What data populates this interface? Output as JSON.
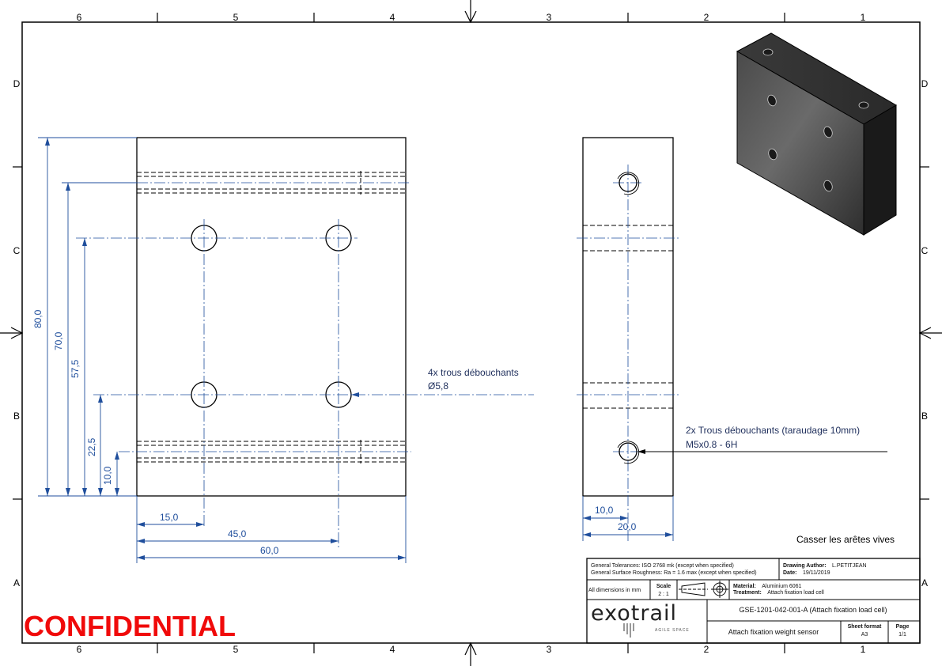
{
  "zones": {
    "top": [
      "6",
      "5",
      "4",
      "3",
      "2",
      "1"
    ],
    "bottom": [
      "6",
      "5",
      "4",
      "3",
      "2",
      "1"
    ],
    "left": [
      "D",
      "C",
      "B",
      "A"
    ],
    "right": [
      "D",
      "C",
      "B",
      "A"
    ]
  },
  "front_view": {
    "dims": {
      "h80": "80,0",
      "h70": "70,0",
      "h575": "57,5",
      "h225": "22,5",
      "h10": "10,0",
      "w15": "15,0",
      "w45": "45,0",
      "w60": "60,0"
    },
    "hole_note": {
      "line1": "4x trous débouchants",
      "line2": "Ø5,8"
    }
  },
  "side_view": {
    "dims": {
      "w10": "10,0",
      "w20": "20,0"
    },
    "hole_note": {
      "line1": "2x Trous débouchants (taraudage 10mm)",
      "line2": "M5x0.8 - 6H"
    }
  },
  "notes": {
    "edges": "Casser les arêtes vives"
  },
  "title_block": {
    "tolerances": "General Tolerances: ISO 2768 mk (except when specified)",
    "roughness": "General Surface Roughness: Ra = 1.6 max (except when specified)",
    "author_label": "Drawing Author:",
    "author": "L.PETITJEAN",
    "date_label": "Date:",
    "date": "19/11/2019",
    "units": "All dimensions in mm",
    "scale_label": "Scale",
    "scale": "2 : 1",
    "material_label": "Material:",
    "material": "Aluminium 6061",
    "treatment_label": "Treatment:",
    "treatment": "Attach fixation load cell",
    "part_number": "GSE-1201-042-001-A (Attach fixation load cell)",
    "title": "Attach fixation weight sensor",
    "sheet_format_label": "Sheet format",
    "sheet_format": "A3",
    "page_label": "Page",
    "page": "1/1",
    "logo_text": "exotrail",
    "logo_tagline": "AGILE SPACE"
  },
  "confidential": "CONFIDENTIAL",
  "colors": {
    "dimension": "#1f4e9c",
    "confidential": "#f00a0a",
    "part": "#1a1a1a"
  }
}
